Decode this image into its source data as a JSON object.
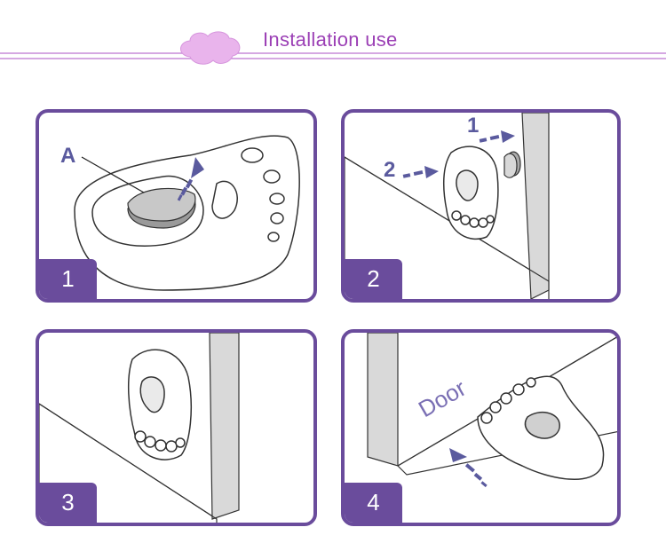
{
  "header": {
    "title": "Installation use"
  },
  "steps": [
    {
      "number": "1",
      "callouts": {
        "label_a": "A"
      }
    },
    {
      "number": "2",
      "callouts": {
        "arrow_1": "1",
        "arrow_2": "2"
      }
    },
    {
      "number": "3"
    },
    {
      "number": "4",
      "callouts": {
        "door_label": "Door"
      }
    }
  ],
  "colors": {
    "accent": "#6a4c9c",
    "title": "#9b3fb5",
    "cloud": "#e9b4ec",
    "line": "#c78bd8"
  }
}
